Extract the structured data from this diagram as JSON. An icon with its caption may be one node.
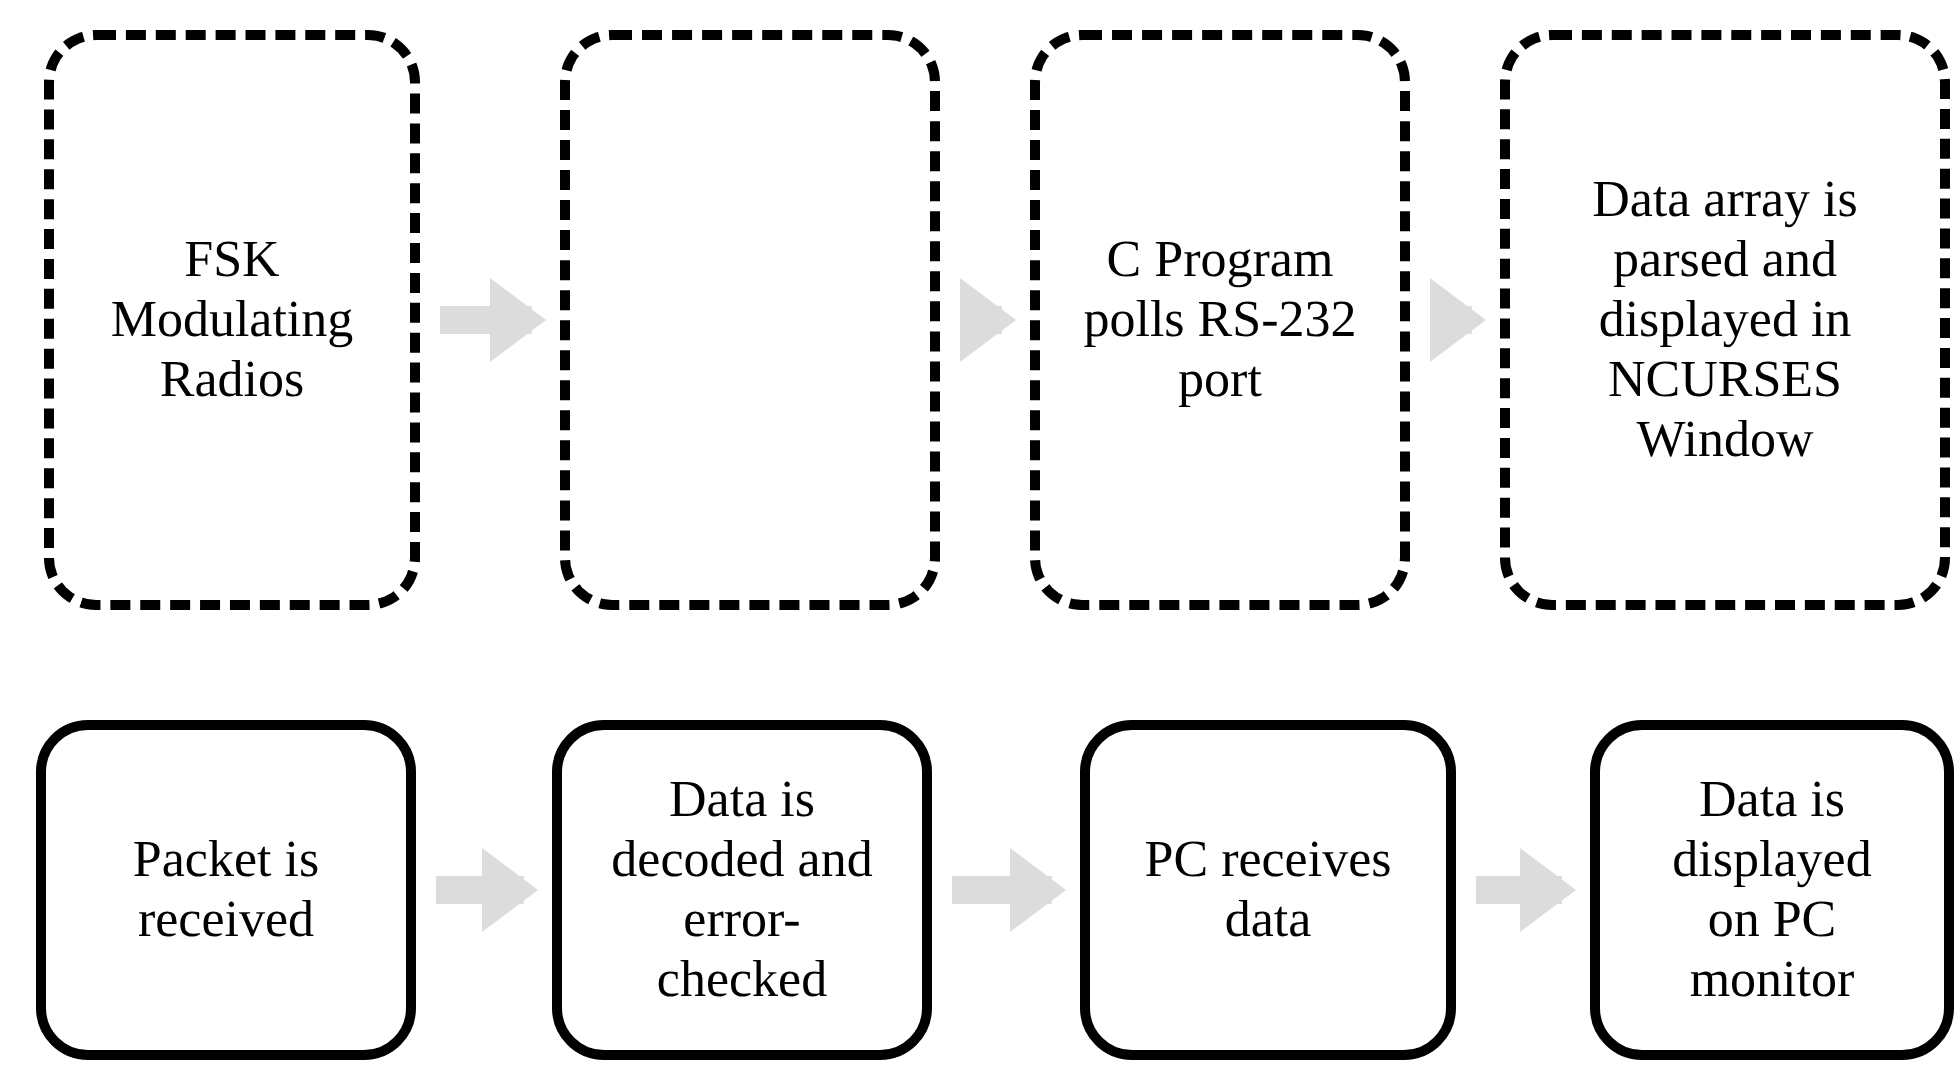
{
  "diagram": {
    "nodes": [
      {
        "text": [
          "FSK Modulating Radios"
        ]
      },
      {
        "text": [],
        "shape": "box"
      },
      {
        "text": [
          "C Program polls RS-232 port"
        ]
      },
      {
        "text": [
          "Data array is parsed and displayed in NCURSES Window"
        ]
      },
      {
        "text": [
          "Packet is received"
        ]
      },
      {
        "text": [
          "Data is decoded and error-checked"
        ]
      },
      {
        "text": [
          "PC receives data"
        ]
      },
      {
        "text": [
          "Data is displayed on PC monitor"
        ]
      }
    ],
    "edges": [
      {
        "from": 0,
        "to": 1,
        "arrow": "to"
      },
      {
        "from": 1,
        "to": 2,
        "arrow": "to"
      },
      {
        "from": 2,
        "to": 3,
        "arrow": "to"
      },
      {
        "from": 4,
        "to": 5,
        "arrow": "to"
      },
      {
        "from": 5,
        "to": 6,
        "arrow": "to"
      },
      {
        "from": 6,
        "to": 7,
        "arrow": "to"
      }
    ]
  }
}
